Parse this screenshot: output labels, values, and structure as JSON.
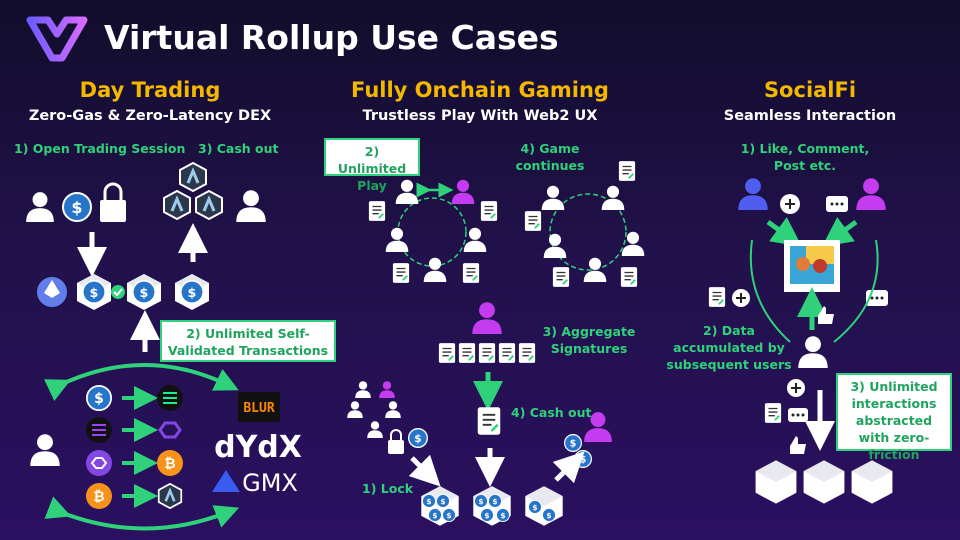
{
  "header": {
    "title": "Virtual Rollup Use Cases",
    "logo_icon": "virtual-logo-icon"
  },
  "columns": [
    {
      "heading": "Day Trading",
      "subheading": "Zero-Gas & Zero-Latency DEX"
    },
    {
      "heading": "Fully Onchain Gaming",
      "subheading": "Trustless Play With Web2 UX"
    },
    {
      "heading": "SocialFi",
      "subheading": "Seamless Interaction"
    }
  ],
  "trading": {
    "step1": "1) Open Trading Session",
    "step3": "3) Cash out",
    "step2_box": "2) Unlimited Self-Validated Transactions",
    "dex_logos": [
      "BLUR",
      "dYdX",
      "GMX"
    ]
  },
  "gaming": {
    "step2_box": "2) Unlimited Play",
    "step4": "4) Game continues",
    "step3": "3) Aggregate Signatures",
    "step4_cash": "4) Cash out",
    "step1": "1) Lock"
  },
  "social": {
    "step1": "1) Like, Comment, Post etc.",
    "step2": "2) Data accumulated by subsequent users",
    "step3_box": "3) Unlimited interactions abstracted with zero-friction"
  },
  "colors": {
    "accent_yellow": "#f5b800",
    "accent_green": "#2fd27a",
    "purple_user": "#c43bf0",
    "blue_user": "#4f5ef0",
    "usdc_blue": "#2775ca",
    "background": "#1a0f3c"
  }
}
